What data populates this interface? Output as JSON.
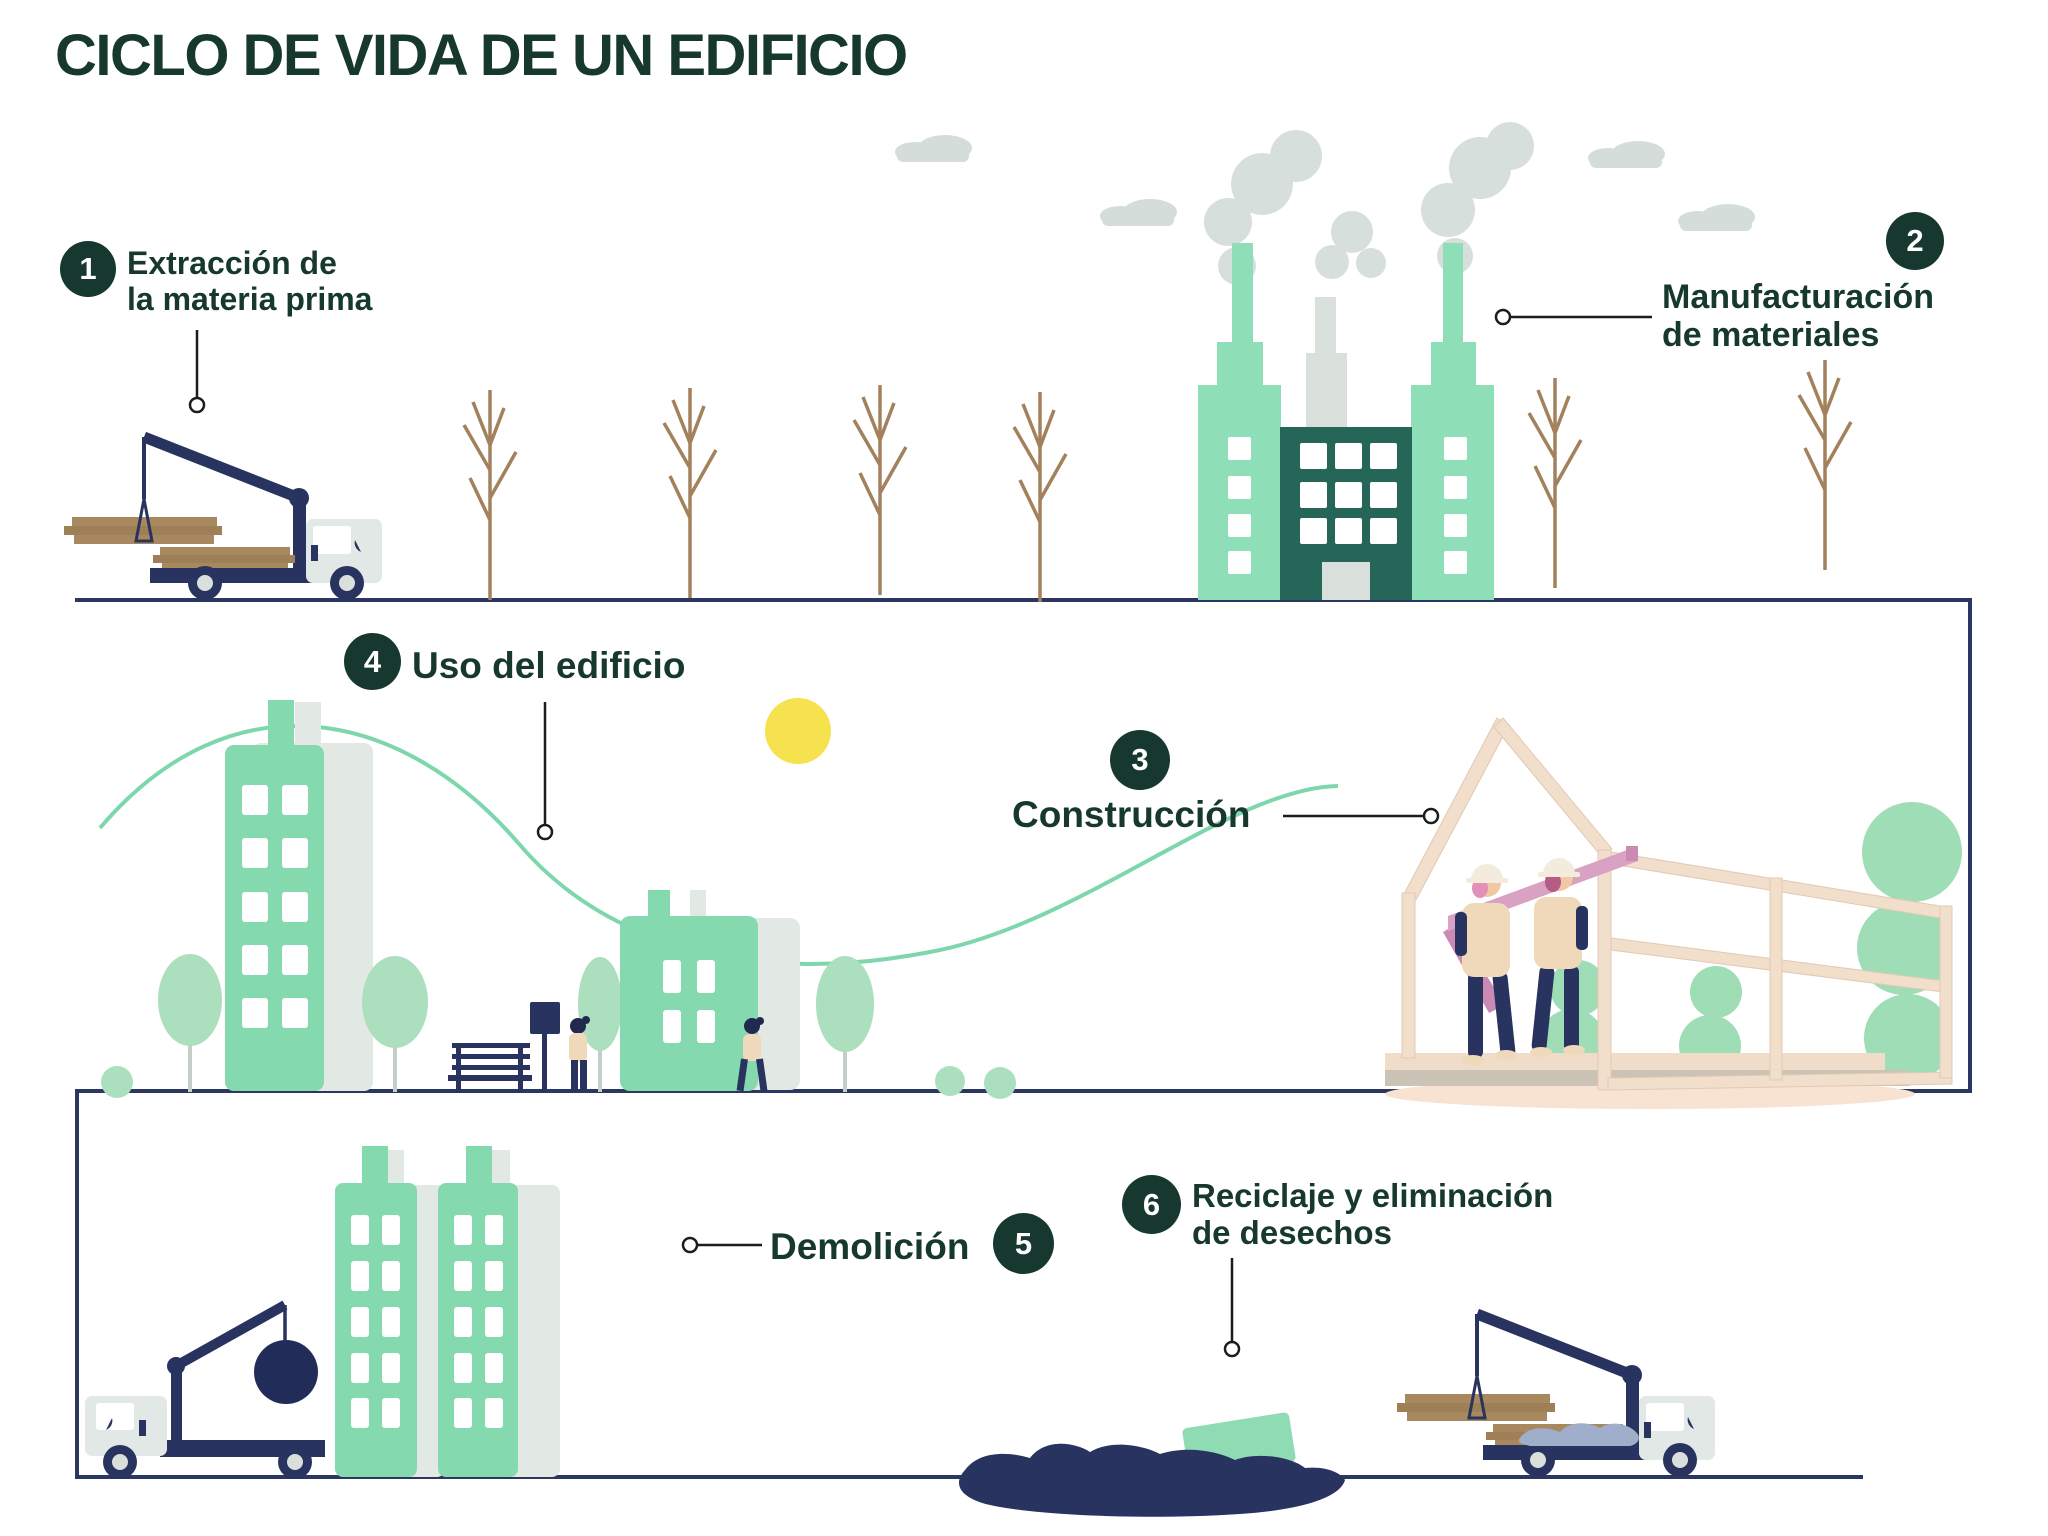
{
  "title": "CICLO DE VIDA DE UN EDIFICIO",
  "steps": [
    {
      "number": "1",
      "line1": "Extracción de",
      "line2": "la materia prima"
    },
    {
      "number": "2",
      "line1": "Manufacturación",
      "line2": "de materiales"
    },
    {
      "number": "3",
      "line1": "Construcción",
      "line2": ""
    },
    {
      "number": "4",
      "line1": "Uso del edificio",
      "line2": ""
    },
    {
      "number": "5",
      "line1": "Demolición",
      "line2": ""
    },
    {
      "number": "6",
      "line1": "Reciclaje y eliminación",
      "line2": "de desechos"
    }
  ],
  "palette": {
    "dark_green_text": "#16382F",
    "mint_building": "#85D9AE",
    "mint_tree": "#ACDFBE",
    "topiary_green": "#9EDDB5",
    "navy": "#28335F",
    "factory_dark_teal": "#266659",
    "ghost_gray": "#E2E8E4",
    "smoke_gray": "#D7DFDC",
    "plank_brown": "#A8895F",
    "bare_tree_brown": "#A3815C",
    "sun_yellow": "#F6E14E",
    "curve_green": "#7ED7AC",
    "frame_cream": "#F1DECB",
    "pink_plank": "#D9A2C3",
    "peach_shadow": "#F8E2D1",
    "debris_blue": "#9FAECB",
    "skin": "#F1C8A3",
    "vest_beige": "#EFD9BA"
  }
}
